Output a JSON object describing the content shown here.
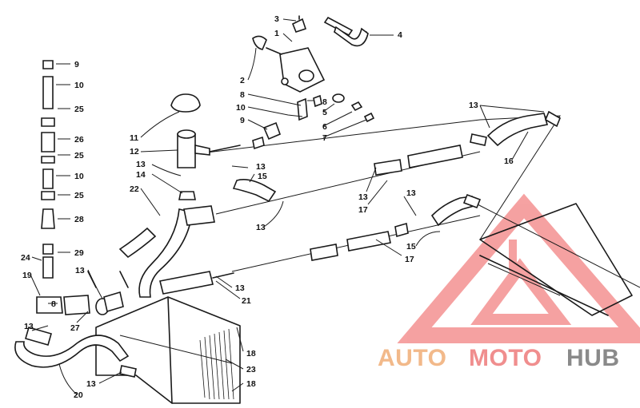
{
  "diagram": {
    "callouts": [
      {
        "id": "c3a",
        "text": "3"
      },
      {
        "id": "c1",
        "text": "1"
      },
      {
        "id": "c4",
        "text": "4"
      },
      {
        "id": "c2",
        "text": "2"
      },
      {
        "id": "c8a",
        "text": "8"
      },
      {
        "id": "c10a",
        "text": "10"
      },
      {
        "id": "c9a",
        "text": "9"
      },
      {
        "id": "c8b",
        "text": "8"
      },
      {
        "id": "c5",
        "text": "5"
      },
      {
        "id": "c6",
        "text": "6"
      },
      {
        "id": "c7",
        "text": "7"
      },
      {
        "id": "c13a",
        "text": "13"
      },
      {
        "id": "c16",
        "text": "16"
      },
      {
        "id": "c11",
        "text": "11"
      },
      {
        "id": "c12",
        "text": "12"
      },
      {
        "id": "c13b",
        "text": "13"
      },
      {
        "id": "c14",
        "text": "14"
      },
      {
        "id": "c13c",
        "text": "13"
      },
      {
        "id": "c15a",
        "text": "15"
      },
      {
        "id": "c22",
        "text": "22"
      },
      {
        "id": "c13d",
        "text": "13"
      },
      {
        "id": "c13e",
        "text": "13"
      },
      {
        "id": "c17a",
        "text": "17"
      },
      {
        "id": "c13f",
        "text": "13"
      },
      {
        "id": "c15b",
        "text": "15"
      },
      {
        "id": "c17b",
        "text": "17"
      },
      {
        "id": "c9b",
        "text": "9"
      },
      {
        "id": "c10b",
        "text": "10"
      },
      {
        "id": "c25a",
        "text": "25"
      },
      {
        "id": "c26",
        "text": "26"
      },
      {
        "id": "c25b",
        "text": "25"
      },
      {
        "id": "c10c",
        "text": "10"
      },
      {
        "id": "c25c",
        "text": "25"
      },
      {
        "id": "c28",
        "text": "28"
      },
      {
        "id": "c29",
        "text": "29"
      },
      {
        "id": "c24",
        "text": "24"
      },
      {
        "id": "c13g",
        "text": "13"
      },
      {
        "id": "c19",
        "text": "19"
      },
      {
        "id": "c8c",
        "text": "8"
      },
      {
        "id": "c27",
        "text": "27"
      },
      {
        "id": "c13h",
        "text": "13"
      },
      {
        "id": "c21",
        "text": "21"
      },
      {
        "id": "c13i",
        "text": "13"
      },
      {
        "id": "c18a",
        "text": "18"
      },
      {
        "id": "c23",
        "text": "23"
      },
      {
        "id": "c13j",
        "text": "13"
      },
      {
        "id": "c18b",
        "text": "18"
      },
      {
        "id": "c20",
        "text": "20"
      }
    ]
  },
  "watermark": {
    "word_part1": "AUTO",
    "word_part2": "MOTO",
    "word_part3": "HUB",
    "color_part1": "#f2b98a",
    "color_part2": "#f08e8e",
    "color_part3": "#8a8a8a",
    "triangle_color": "#ee5555"
  }
}
